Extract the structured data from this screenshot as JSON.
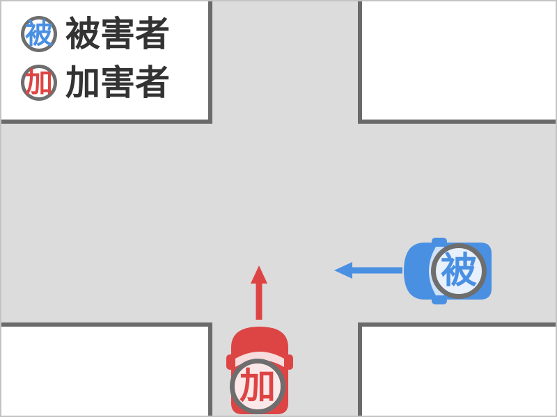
{
  "diagram": {
    "description_role": "intersection-accident-diagram",
    "road_color": "#dcdcdc",
    "corner_block_color": "#ffffff",
    "corner_block_border_color": "#6a6a6a",
    "frame_border_color": "#c3c3c3",
    "badge_ring_color": "#6e6e6e"
  },
  "legend": {
    "text_color": "#333333",
    "items": [
      {
        "badge_char": "被",
        "label": "被害者",
        "color": "#4a90e2"
      },
      {
        "badge_char": "加",
        "label": "加害者",
        "color": "#dd4545"
      }
    ]
  },
  "vehicles": [
    {
      "role": "victim",
      "badge_char": "被",
      "color": "#4a90e2",
      "windshield_color": "#cfe2f7",
      "heading": "left"
    },
    {
      "role": "perpetrator",
      "badge_char": "加",
      "color": "#dd4545",
      "windshield_color": "#f6dcdc",
      "heading": "up"
    }
  ]
}
